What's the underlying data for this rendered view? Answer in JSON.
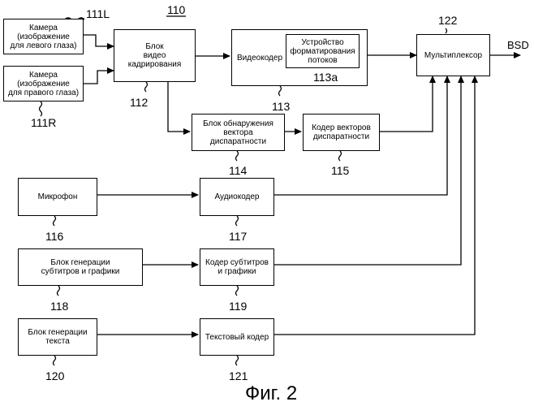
{
  "figure": {
    "caption": "Фиг. 2",
    "system_ref": "110",
    "output_label": "BSD"
  },
  "blocks": {
    "cam_left": {
      "text": "Камера\n(изображение\nдля левого глаза)",
      "ref": "111L"
    },
    "cam_right": {
      "text": "Камера\n(изображение\nдля правого глаза)",
      "ref": "111R"
    },
    "crop": {
      "text": "Блок\nвидео\nкадрирования",
      "ref": "112"
    },
    "videocoder": {
      "text": "Видеокодер",
      "ref": "113"
    },
    "formatter": {
      "text": "Устройство\nформатирования\nпотоков",
      "ref": "113a"
    },
    "disparity_detect": {
      "text": "Блок обнаружения\nвектора\nдиспаратности",
      "ref": "114"
    },
    "disparity_coder": {
      "text": "Кодер векторов\nдиспаратности",
      "ref": "115"
    },
    "mic": {
      "text": "Микрофон",
      "ref": "116"
    },
    "audiocoder": {
      "text": "Аудиокодер",
      "ref": "117"
    },
    "subgen": {
      "text": "Блок генерации\nсубтитров и графики",
      "ref": "118"
    },
    "subcoder": {
      "text": "Кодер субтитров\nи графики",
      "ref": "119"
    },
    "textgen": {
      "text": "Блок генерации\nтекста",
      "ref": "120"
    },
    "textcoder": {
      "text": "Текстовый кодер",
      "ref": "121"
    },
    "mux": {
      "text": "Мультиплексор",
      "ref": "122"
    }
  }
}
